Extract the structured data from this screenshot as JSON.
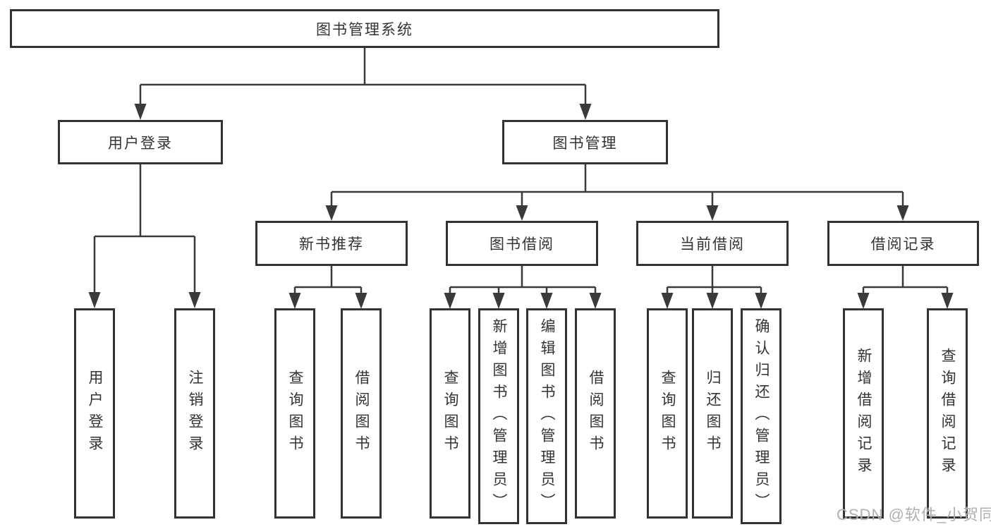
{
  "diagram_title": "图书管理系统",
  "tree": {
    "label": "图书管理系统",
    "children": [
      {
        "label": "用户登录",
        "children": [
          {
            "label": "用户登录"
          },
          {
            "label": "注销登录"
          }
        ]
      },
      {
        "label": "图书管理",
        "children": [
          {
            "label": "新书推荐",
            "children": [
              {
                "label": "查询图书"
              },
              {
                "label": "借阅图书"
              }
            ]
          },
          {
            "label": "图书借阅",
            "children": [
              {
                "label": "查询图书"
              },
              {
                "label": "新增图书（管理员）"
              },
              {
                "label": "编辑图书（管理员）"
              },
              {
                "label": "借阅图书"
              }
            ]
          },
          {
            "label": "当前借阅",
            "children": [
              {
                "label": "查询图书"
              },
              {
                "label": "归还图书"
              },
              {
                "label": "确认归还（管理员）"
              }
            ]
          },
          {
            "label": "借阅记录",
            "children": [
              {
                "label": "新增借阅记录"
              },
              {
                "label": "查询借阅记录"
              }
            ]
          }
        ]
      }
    ]
  },
  "watermark": {
    "text": "CSDN @软件_小贺同学"
  },
  "colors": {
    "background": "#ffffff",
    "box_border": "#333333",
    "connector_line": "#3a3a3a",
    "text": "#333333",
    "watermark_text": "#b0b0b0"
  }
}
